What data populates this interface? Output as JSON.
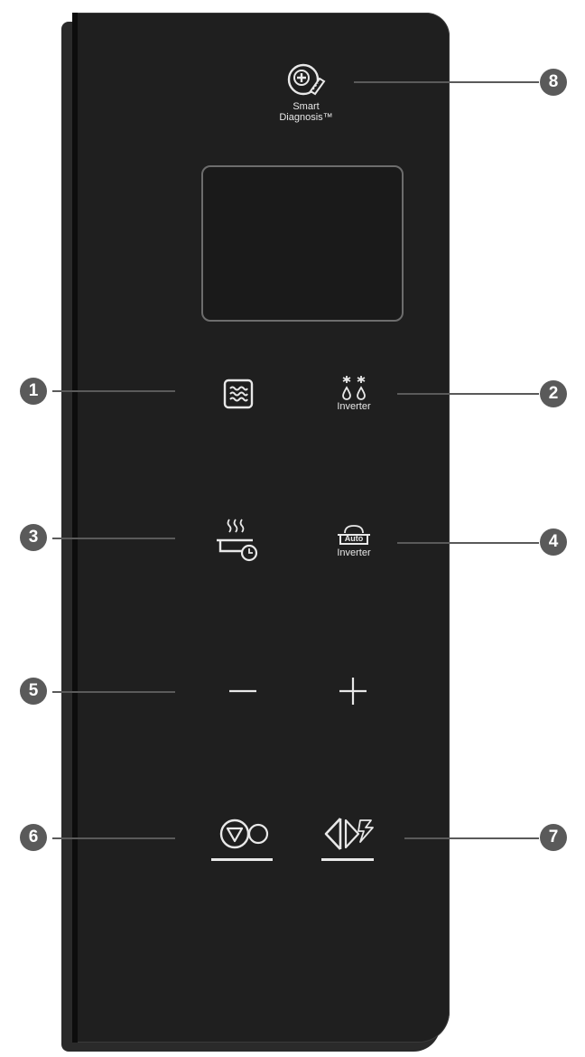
{
  "smart_diagnosis": {
    "label_line1": "Smart",
    "label_line2": "Diagnosis™",
    "icon": "smart-diagnosis-icon"
  },
  "buttons": {
    "microwave": {
      "icon": "microwave-waves-icon"
    },
    "inverter_defrost": {
      "label": "Inverter",
      "icon": "defrost-icon"
    },
    "steam_timer": {
      "icon": "steam-cook-timer-icon"
    },
    "auto_inverter": {
      "label": "Inverter",
      "icon_text": "Auto",
      "icon": "auto-cook-icon"
    },
    "minus": {
      "icon": "minus-icon"
    },
    "plus": {
      "icon": "plus-icon"
    },
    "stop": {
      "icon": "stop-clear-icon"
    },
    "start": {
      "icon": "start-icon"
    }
  },
  "callouts": [
    "1",
    "2",
    "3",
    "4",
    "5",
    "6",
    "7",
    "8"
  ]
}
